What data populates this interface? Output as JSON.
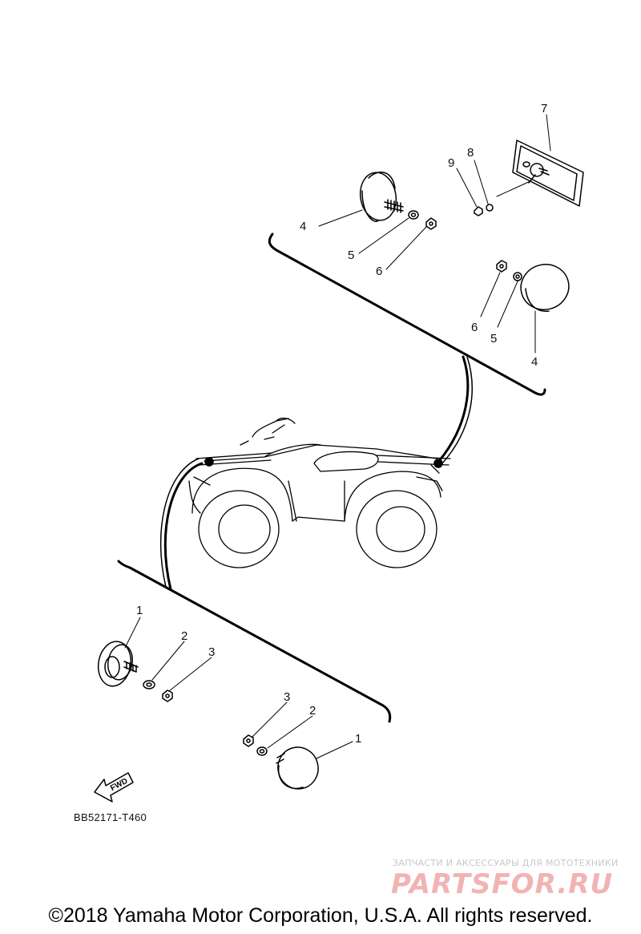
{
  "diagram": {
    "callouts": {
      "front_left": [
        "1",
        "2",
        "3"
      ],
      "front_right": [
        "3",
        "2",
        "1"
      ],
      "rear_left": [
        "4",
        "5",
        "6"
      ],
      "rear_plate": [
        "9",
        "8",
        "7"
      ],
      "rear_right": [
        "6",
        "5",
        "4"
      ]
    },
    "fwd_label": "FWD",
    "figure_code": "BB52171-T460"
  },
  "watermark": {
    "tagline": "ЗАПЧАСТИ И АКСЕССУАРЫ ДЛЯ МОТОТЕХНИКИ",
    "logo": "PARTSFOR.RU"
  },
  "copyright": "©2018 Yamaha Motor Corporation, U.S.A. All rights reserved."
}
